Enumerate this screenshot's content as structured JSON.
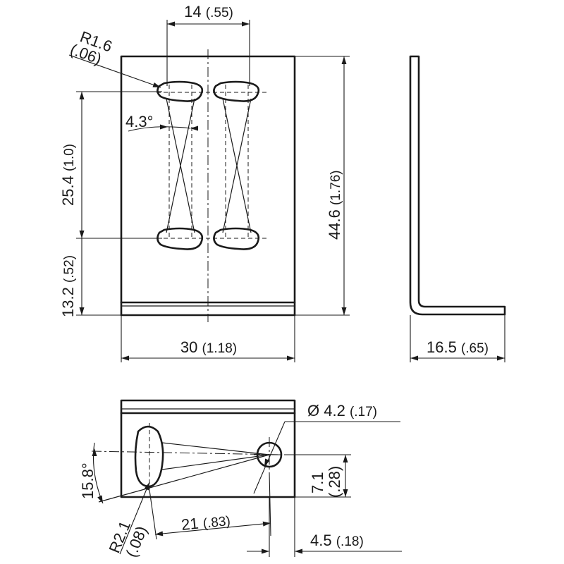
{
  "drawing": {
    "front_view": {
      "slot_spacing": {
        "mm": "14",
        "in": "(.55)"
      },
      "slot_radius": {
        "mm": "R1.6",
        "in": "(.06)"
      },
      "slot_angle": {
        "value": "4.3°"
      },
      "hole_spacing": {
        "mm": "25.4",
        "in": "(1.0)"
      },
      "bottom_offset": {
        "mm": "13.2",
        "in": "(.52)"
      },
      "height": {
        "mm": "44.6",
        "in": "(1.76)"
      },
      "width": {
        "mm": "30",
        "in": "(1.18)"
      }
    },
    "side_view": {
      "leg_length": {
        "mm": "16.5",
        "in": "(.65)"
      }
    },
    "bottom_view": {
      "hole_diameter": {
        "mm": "Ø 4.2",
        "in": "(.17)"
      },
      "hole_offset": {
        "mm": "7.1",
        "in": "(.28)"
      },
      "slot_angle": {
        "value": "15.8°"
      },
      "slot_radius": {
        "mm": "R2.1",
        "in": "(.08)"
      },
      "slot_to_hole": {
        "mm": "21",
        "in": "(.83)"
      },
      "hole_to_edge": {
        "mm": "4.5",
        "in": "(.18)"
      }
    }
  }
}
